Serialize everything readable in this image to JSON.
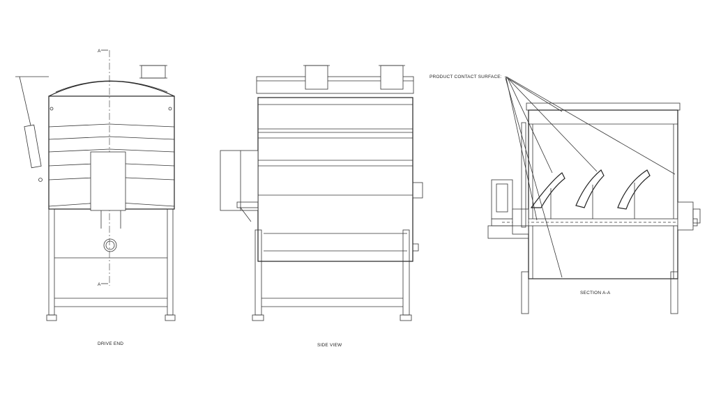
{
  "labels": {
    "drive_end": "DRIVE END",
    "side_view": "SIDE VIEW",
    "section": "SECTION A-A",
    "product_contact": "PRODUCT CONTACT SURFACE:",
    "section_mark_top": "A",
    "section_mark_bottom": "A"
  }
}
